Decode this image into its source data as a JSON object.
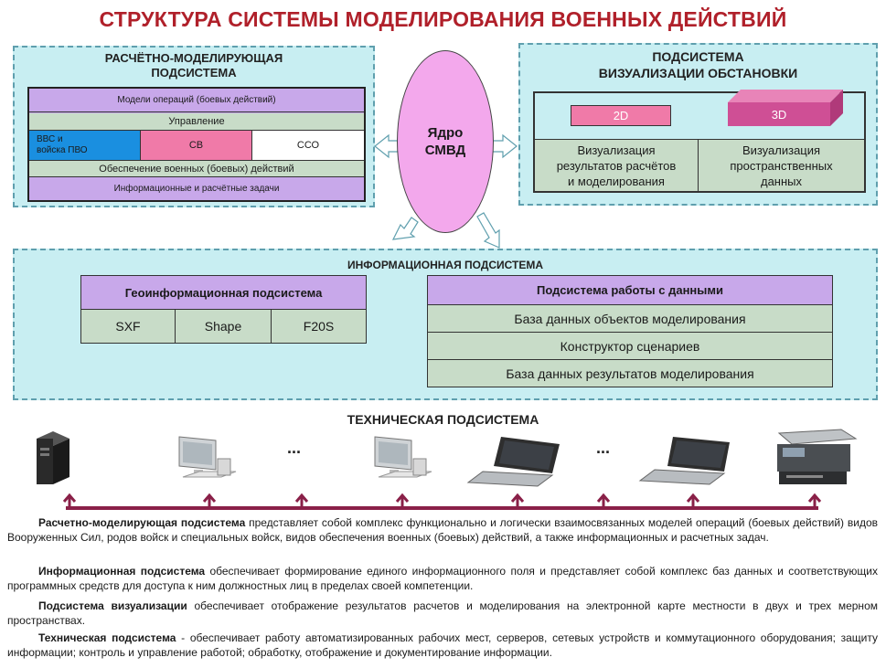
{
  "title": "СТРУКТУРА СИСТЕМЫ МОДЕЛИРОВАНИЯ ВОЕННЫХ ДЕЙСТВИЙ",
  "calc": {
    "title_line1": "РАСЧЁТНО-МОДЕЛИРУЮЩАЯ",
    "title_line2": "ПОДСИСТЕМА",
    "models": "Модели операций (боевых действий)",
    "control": "Управление",
    "vvs_line1": "ВВС и",
    "vvs_line2": "войска ПВО",
    "sv": "СВ",
    "sso": "ССО",
    "support": "Обеспечение военных (боевых) действий",
    "tasks": "Информационные и расчётные задачи"
  },
  "core": {
    "line1": "Ядро",
    "line2": "СМВД"
  },
  "vis": {
    "title_line1": "ПОДСИСТЕМА",
    "title_line2": "ВИЗУАЛИЗАЦИИ ОБСТАНОВКИ",
    "label_2d": "2D",
    "label_3d": "3D",
    "left_line1": "Визуализация",
    "left_line2": "результатов расчётов",
    "left_line3": "и моделирования",
    "right_line1": "Визуализация",
    "right_line2": "пространственных",
    "right_line3": "данных"
  },
  "info": {
    "title": "ИНФОРМАЦИОННАЯ ПОДСИСТЕМА",
    "geo_title": "Геоинформационная подсистема",
    "formats": [
      "SXF",
      "Shape",
      "F20S"
    ],
    "data_title": "Подсистема работы с данными",
    "data_items": [
      "База данных объектов моделирования",
      "Конструктор сценариев",
      "База данных результатов моделирования"
    ]
  },
  "tech": {
    "title": "ТЕХНИЧЕСКАЯ ПОДСИСТЕМА",
    "ellipsis": "...",
    "devices": [
      "server-icon",
      "desktop-icon",
      "desktop-icon",
      "laptop-icon",
      "laptop-icon",
      "printer-icon"
    ]
  },
  "descriptions": [
    {
      "term": "Расчетно-моделирующая подсистема",
      "text": " представляет собой комплекс функционально и логически взаимосвязанных моделей операций (боевых действий) видов Вооруженных Сил, родов войск и специальных войск, видов обеспечения военных (боевых) действий, а также информационных и расчетных задач."
    },
    {
      "term": "Информационная подсистема",
      "text": " обеспечивает формирование единого информационного поля и представляет собой комплекс баз данных и соответствующих программных средств для доступа к ним должностных лиц в пределах своей компетенции."
    },
    {
      "term": "Подсистема визуализации",
      "text": " обеспечивает отображение результатов расчетов и моделирования на электронной карте местности в двух и трех мерном пространствах."
    },
    {
      "term": "Техническая подсистема",
      "text": " - обеспечивает работу автоматизированных рабочих мест, серверов, сетевых устройств и коммутационного оборудования; защиту информации; контроль и управление работой; обработку, отображение и документирование информации."
    }
  ],
  "colors": {
    "title": "#b0202a",
    "panel": "#c8eef2",
    "violet": "#c8a8ea",
    "blue": "#1a8fe0",
    "pink": "#f07aa8",
    "core": "#f3a8ec",
    "line": "#8a2048"
  }
}
